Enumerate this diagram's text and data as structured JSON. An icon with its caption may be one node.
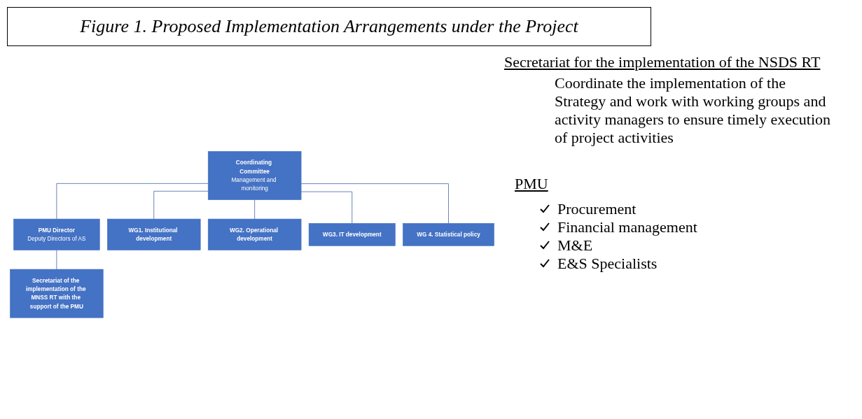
{
  "diagram": {
    "title": "Figure 1. Proposed Implementation Arrangements under the Project",
    "nodes": [
      {
        "text": [
          "Coordinating Committee",
          "Management and monitoring"
        ]
      },
      {
        "text": [
          "PMU Director",
          "Deputy Directors of AS"
        ]
      },
      {
        "text": [
          "Secretariat of the implementation of the MNSS RT with the support of the PMU"
        ]
      },
      {
        "text": [
          "WG1. Institutional development"
        ]
      },
      {
        "text": [
          "WG2. Operational development"
        ]
      },
      {
        "text": [
          "WG3. IT development"
        ]
      },
      {
        "text": [
          "WG 4. Statistical policy"
        ]
      }
    ],
    "edges": [
      {
        "from": 0,
        "to": 1,
        "arrow": "none"
      },
      {
        "from": 1,
        "to": 2,
        "arrow": "none"
      },
      {
        "from": 0,
        "to": 3,
        "arrow": "none"
      },
      {
        "from": 0,
        "to": 4,
        "arrow": "none"
      },
      {
        "from": 0,
        "to": 5,
        "arrow": "none"
      },
      {
        "from": 0,
        "to": 6,
        "arrow": "none"
      }
    ],
    "labels": [
      "Secretariat for the implementation of the NSDS RT",
      "Coordinate the implementation of the Strategy and work with working groups and activity managers to ensure timely execution of project activities",
      "PMU",
      "Procurement",
      "Financial management",
      "M&E",
      "E&S Specialists"
    ]
  }
}
